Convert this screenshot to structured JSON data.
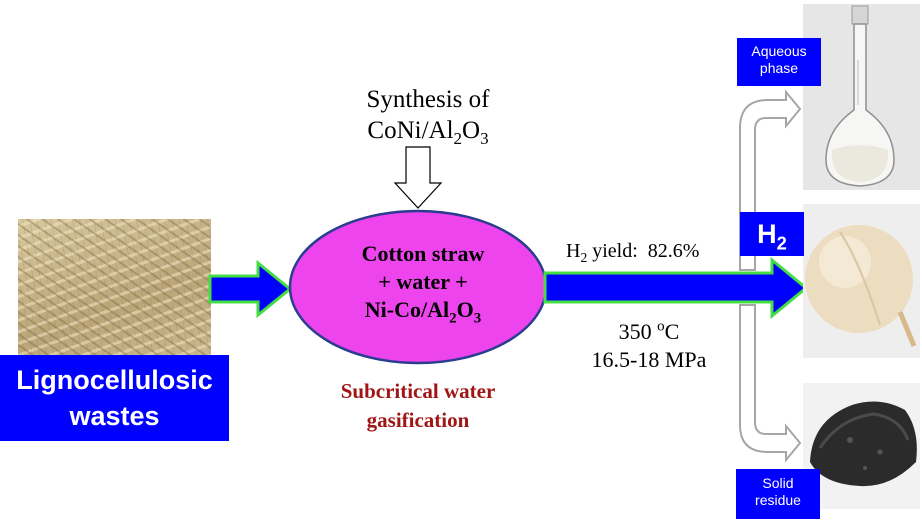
{
  "feedstock": {
    "label_line1": "Lignocellulosic",
    "label_line2": "wastes",
    "photo": "cotton-straw-photo"
  },
  "synthesis": {
    "line1": "Synthesis of",
    "catalyst_prefix": "CoNi/Al",
    "sub1": "2",
    "mid": "O",
    "sub2": "3"
  },
  "reactor": {
    "line1": "Cotton straw",
    "line2": "+ water +",
    "line3_prefix": "Ni-Co/Al",
    "line3_sub1": "2",
    "line3_mid": "O",
    "line3_sub2": "3",
    "process_line1": "Subcritical water",
    "process_line2": "gasification"
  },
  "conditions": {
    "yield_prefix": "H",
    "yield_sub": "2",
    "yield_text": " yield:  82.6%",
    "temperature_value": "350 ",
    "temperature_sup": "o",
    "temperature_unit": "C",
    "pressure": "16.5-18 MPa"
  },
  "products": {
    "h2_letter": "H",
    "h2_sub": "2",
    "aqueous_line1": "Aqueous",
    "aqueous_line2": "phase",
    "solid_line1": "Solid",
    "solid_line2": "residue"
  },
  "colors": {
    "arrow_fill": "#0000ff",
    "arrow_outline": "#44dd44",
    "ellipse_fill": "#ee44ee",
    "process_text": "#a01515",
    "label_box": "#0000ff"
  },
  "icons": [
    "cotton-straw-photo",
    "volumetric-flask-photo",
    "hydrogen-balloon-photo",
    "solid-residue-photo"
  ]
}
